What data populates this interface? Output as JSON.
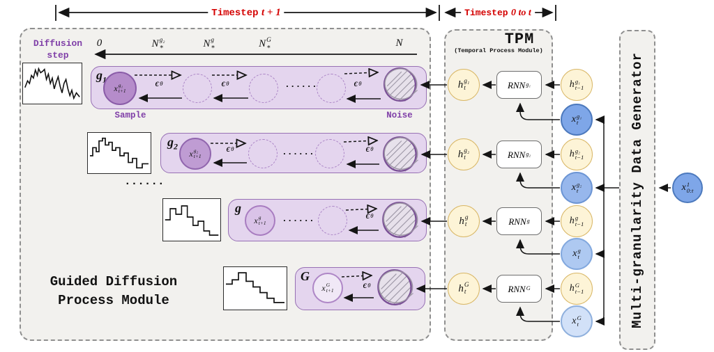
{
  "header": {
    "left": {
      "label": "Timestep",
      "math": "t + 1"
    },
    "right": {
      "label": "Timestep",
      "math": "0 to t"
    }
  },
  "gdpm": {
    "name_line1": "Guided Diffusion",
    "name_line2": "Process Module",
    "axis_label_line1": "Diffusion",
    "axis_label_line2": "step",
    "ticks": [
      {
        "base": "0",
        "sup": "",
        "sub": ""
      },
      {
        "base": "N",
        "sup": "g₂",
        "sub": "∗"
      },
      {
        "base": "N",
        "sup": "g",
        "sub": "∗"
      },
      {
        "base": "N",
        "sup": "G",
        "sub": "∗"
      },
      {
        "base": "N",
        "sup": "",
        "sub": ""
      }
    ],
    "sample_label": "Sample",
    "noise_label": "Noise",
    "eps": {
      "base": "ϵ",
      "sub": "θ"
    },
    "dots": "......",
    "between_rows_dots": "......",
    "rows": [
      {
        "label_base": "g",
        "label_sub": "1",
        "x": {
          "base": "x",
          "sup": "g₁",
          "sub": "t+1"
        },
        "sparkline": "3,36 7,26 10,30 13,18 16,22 19,10 22,18 24,8 27,14 30,12 33,9 36,24 39,16 42,30 45,22 48,38 51,28 54,20 57,34 60,44 63,30 66,24 69,38 72,48 75,40 78,52 82,44 87,50"
      },
      {
        "label_base": "g",
        "label_sub": "2",
        "x": {
          "base": "x",
          "sup": "g₂",
          "sub": "t+1"
        },
        "sparkline": "3,34 7,34 7,22 12,22 12,28 16,28 16,12 21,12 21,8 25,8 25,18 30,18 30,14 35,14 35,26 40,26 40,22 46,22 46,34 52,34 52,30 58,30 58,44 64,44 64,38 70,38 70,52 78,52 78,46 87,46"
      },
      {
        "label_base": "g",
        "label_sub": "",
        "x": {
          "base": "x",
          "sup": "g",
          "sub": "t+1"
        },
        "sparkline": "3,30 11,30 11,14 20,14 20,22 29,22 29,10 38,10 38,26 47,26 47,38 55,38 55,32 64,32 64,46 73,46 73,52 87,52"
      },
      {
        "label_base": "G",
        "label_sub": "",
        "x": {
          "base": "x",
          "sup": "G",
          "sub": "t+1"
        },
        "sparkline": "3,24 12,24 12,18 21,18 21,8 32,8 32,20 42,20 42,28 52,28 52,36 62,36 62,44 72,44 72,50 87,50"
      }
    ]
  },
  "tpm": {
    "title": "TPM",
    "subtitle": "(Temporal Process Module)",
    "rows": [
      {
        "h": {
          "base": "h",
          "sup": "g₁",
          "sub": "t"
        },
        "rnn": {
          "base": "RNN",
          "sup": "g₁",
          "sub": ""
        },
        "hprev": {
          "base": "h",
          "sup": "g₁",
          "sub": "t−1"
        },
        "x": {
          "base": "x",
          "sup": "g₁",
          "sub": "t"
        }
      },
      {
        "h": {
          "base": "h",
          "sup": "g₂",
          "sub": "t"
        },
        "rnn": {
          "base": "RNN",
          "sup": "g₂",
          "sub": ""
        },
        "hprev": {
          "base": "h",
          "sup": "g₂",
          "sub": "t−1"
        },
        "x": {
          "base": "x",
          "sup": "g₂",
          "sub": "t"
        }
      },
      {
        "h": {
          "base": "h",
          "sup": "g",
          "sub": "t"
        },
        "rnn": {
          "base": "RNN",
          "sup": "g",
          "sub": ""
        },
        "hprev": {
          "base": "h",
          "sup": "g",
          "sub": "t−1"
        },
        "x": {
          "base": "x",
          "sup": "g",
          "sub": "t"
        }
      },
      {
        "h": {
          "base": "h",
          "sup": "G",
          "sub": "t"
        },
        "rnn": {
          "base": "RNN",
          "sup": "G",
          "sub": ""
        },
        "hprev": {
          "base": "h",
          "sup": "G",
          "sub": "t−1"
        },
        "x": {
          "base": "x",
          "sup": "G",
          "sub": "t"
        }
      }
    ]
  },
  "generator": {
    "title": "Multi-granularity Data Generator",
    "input": {
      "base": "x",
      "sup": "1",
      "sub": "0:t"
    }
  },
  "colors": {
    "timestep_red": "#d40000",
    "purple_text": "#8040a8",
    "row_fill": "#e4d5ee",
    "row_border": "#9770b4",
    "node_yellow": "#fdf4d7",
    "node_yellow_border": "#d9b766",
    "node_blue_dark": "#7ea6e8",
    "node_blue_light": "#d2e1f8",
    "module_fill": "#f2f1ee"
  }
}
